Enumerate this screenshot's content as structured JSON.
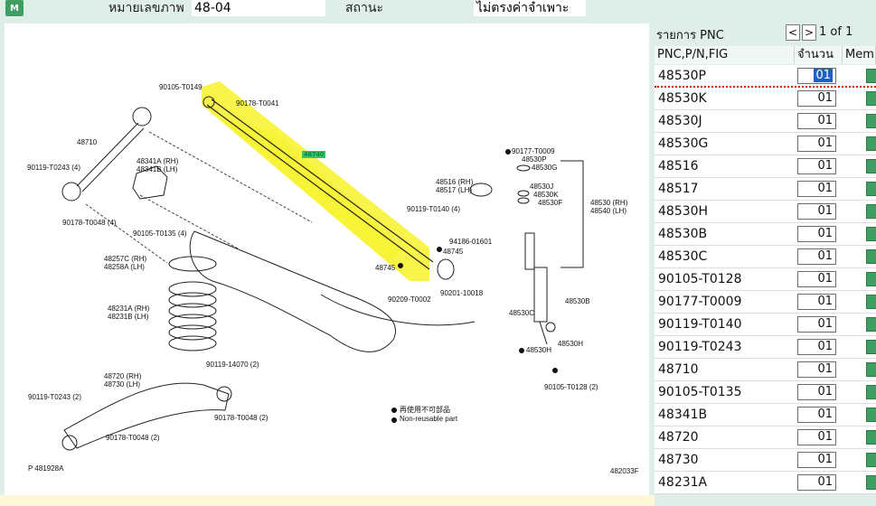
{
  "header": {
    "logo_text": "M",
    "image_number_label": "หมายเลขภาพ",
    "image_number_value": "48-04",
    "status_label": "สถานะ",
    "status_value": "ไม่ตรงค่าจำเพาะ"
  },
  "diagram": {
    "highlight_part": "48740",
    "labels": {
      "l1": "90105-T0149",
      "l2": "90178-T0041",
      "l3": "48710",
      "l4": "90119-T0243 (4)",
      "l5": "48341A (RH)",
      "l6": "48341B (LH)",
      "l7": "90178-T0048 (4)",
      "l8": "90105-T0135 (4)",
      "l9": "48257C (RH)",
      "l10": "48258A (LH)",
      "l11": "48231A (RH)",
      "l12": "48231B (LH)",
      "l13": "48720 (RH)",
      "l14": "48730 (LH)",
      "l15": "90119-T0243 (2)",
      "l16": "90119-14070 (2)",
      "l17": "90178-T0048 (2)",
      "l18": "90178-T0048 (2)",
      "l19": "48516 (RH)",
      "l20": "48517 (LH)",
      "l21": "90119-T0140 (4)",
      "l22": "48745",
      "l23": "48745",
      "l24": "90209-T0002",
      "l25": "90201-10018",
      "l26": "94186-01601",
      "l27": "90177-T0009",
      "l28": "48530P",
      "l29": "48530G",
      "l30": "48530J",
      "l31": "48530K",
      "l32": "48530F",
      "l33": "48530 (RH)",
      "l34": "48540 (LH)",
      "l35": "48530B",
      "l36": "48530C",
      "l37": "48530H",
      "l38": "48530H",
      "l39": "90105-T0128 (2)"
    },
    "legend_jp": "再使用不可部品",
    "legend_en": "Non-reusable part",
    "figure_code": "P 481928A",
    "figure_ref": "482033F"
  },
  "pnc_list": {
    "title": "รายการ PNC",
    "prev": "<",
    "next": ">",
    "page": "1 of 1",
    "columns": {
      "pnc": "PNC,P/N,FIG",
      "qty": "จำนวน",
      "memo": "Mem"
    },
    "rows": [
      {
        "pnc": "48530P",
        "qty": "01"
      },
      {
        "pnc": "48530K",
        "qty": "01"
      },
      {
        "pnc": "48530J",
        "qty": "01"
      },
      {
        "pnc": "48530G",
        "qty": "01"
      },
      {
        "pnc": "48516",
        "qty": "01"
      },
      {
        "pnc": "48517",
        "qty": "01"
      },
      {
        "pnc": "48530H",
        "qty": "01"
      },
      {
        "pnc": "48530B",
        "qty": "01"
      },
      {
        "pnc": "48530C",
        "qty": "01"
      },
      {
        "pnc": "90105-T0128",
        "qty": "01"
      },
      {
        "pnc": "90177-T0009",
        "qty": "01"
      },
      {
        "pnc": "90119-T0140",
        "qty": "01"
      },
      {
        "pnc": "90119-T0243",
        "qty": "01"
      },
      {
        "pnc": "48710",
        "qty": "01"
      },
      {
        "pnc": "90105-T0135",
        "qty": "01"
      },
      {
        "pnc": "48341B",
        "qty": "01"
      },
      {
        "pnc": "48720",
        "qty": "01"
      },
      {
        "pnc": "48730",
        "qty": "01"
      },
      {
        "pnc": "48231A",
        "qty": "01"
      }
    ]
  },
  "colors": {
    "highlight": "#f7f22a",
    "accent": "#3f9e63",
    "selection": "#1f5fc4"
  }
}
